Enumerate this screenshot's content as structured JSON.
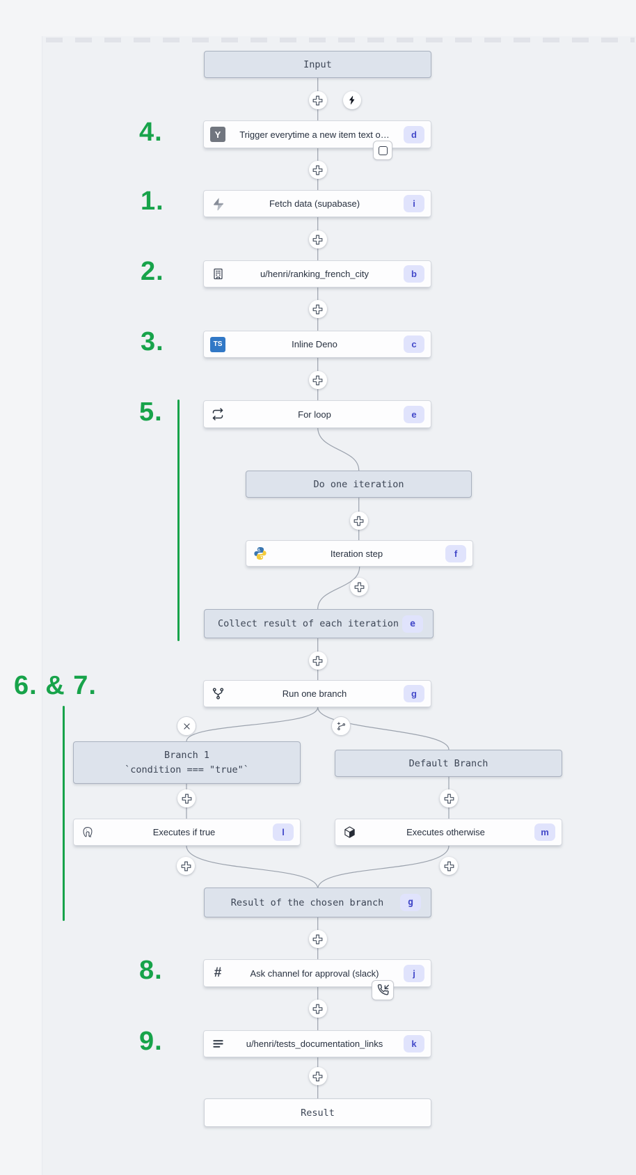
{
  "colors": {
    "accent_green": "#17a34a",
    "badge_bg": "#e0e3fc",
    "badge_text": "#4349c9",
    "virtual_node_bg": "#dde3ec",
    "virtual_node_border": "#a9b1bf",
    "wire": "#9ba2ad"
  },
  "annotations": {
    "step4": "4.",
    "step1": "1.",
    "step2": "2.",
    "step3": "3.",
    "step5": "5.",
    "step67": "6. & 7.",
    "step8": "8.",
    "step9": "9."
  },
  "nodes": {
    "input": {
      "label": "Input"
    },
    "trigger": {
      "label": "Trigger everytime a new item text o…",
      "badge": "d",
      "icon_glyph": "Y"
    },
    "fetch": {
      "label": "Fetch data (supabase)",
      "badge": "i"
    },
    "ranking": {
      "label": "u/henri/ranking_french_city",
      "badge": "b"
    },
    "deno": {
      "label": "Inline Deno",
      "badge": "c",
      "icon_glyph": "TS"
    },
    "forloop": {
      "label": "For loop",
      "badge": "e"
    },
    "do_iteration": {
      "label": "Do one iteration"
    },
    "iteration": {
      "label": "Iteration step",
      "badge": "f"
    },
    "collect": {
      "label": "Collect result of each iteration",
      "badge": "e"
    },
    "run_branch": {
      "label": "Run one branch",
      "badge": "g"
    },
    "branch1": {
      "title": "Branch 1",
      "condition": "`condition === \"true\"`"
    },
    "default_branch": {
      "label": "Default Branch"
    },
    "exec_true": {
      "label": "Executes if true",
      "badge": "l"
    },
    "exec_otherwise": {
      "label": "Executes otherwise",
      "badge": "m"
    },
    "result_branch": {
      "label": "Result of the chosen branch",
      "badge": "g"
    },
    "ask": {
      "label": "Ask channel for approval (slack)",
      "badge": "j",
      "icon_glyph": "#"
    },
    "doc_links": {
      "label": "u/henri/tests_documentation_links",
      "badge": "k"
    },
    "result": {
      "label": "Result"
    }
  }
}
